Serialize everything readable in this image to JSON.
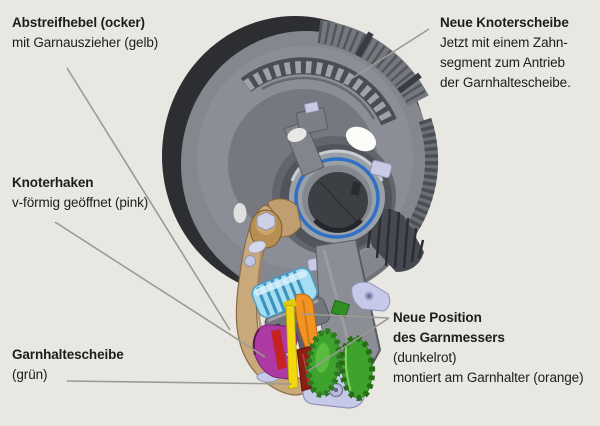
{
  "page": {
    "background": "#e8e7e2",
    "text": "#1d1d1b"
  },
  "colors": {
    "leader": "#9b9b95",
    "ocker": "#c9a87c",
    "gelb": "#f2d711",
    "pink": "#ad3aa3",
    "gruen": "#3ea32c",
    "dunkelrot": "#8e1d13",
    "orange": "#f29322",
    "hellblau": "#a5def2",
    "lavendel": "#c7c9e8",
    "disc_gray": "#84878e",
    "dark_rim": "#2c2e32"
  },
  "labels": {
    "abstreifhebel": {
      "title": "Abstreifhebel (ocker)",
      "subtitle": "mit Garnauszieher (gelb)"
    },
    "knoterscheibe": {
      "title": "Neue Knoterscheibe",
      "line1": "Jetzt mit einem Zahn-",
      "line2": "segment zum Antrieb",
      "line3": "der Garnhaltescheibe."
    },
    "knoterhaken": {
      "title": "Knoterhaken",
      "subtitle": "v-förmig geöffnet (pink)"
    },
    "garnhaltescheibe": {
      "title": "Garnhaltescheibe",
      "subtitle": "(grün)"
    },
    "garnmesser": {
      "title1": "Neue Position",
      "title2": "des Garnmessers",
      "line1": "(dunkelrot)",
      "line2": "montiert am Garnhalter (orange)"
    }
  },
  "parts": [
    {
      "id": "knoterscheibe",
      "label": "Neue Knoterscheibe",
      "color": "#84878e"
    },
    {
      "id": "abstreifhebel",
      "label": "Abstreifhebel",
      "color_name": "ocker",
      "color": "#c9a87c"
    },
    {
      "id": "garnauszieher",
      "label": "Garnauszieher",
      "color_name": "gelb",
      "color": "#f2d711"
    },
    {
      "id": "knoterhaken",
      "label": "Knoterhaken",
      "color_name": "pink",
      "color": "#ad3aa3"
    },
    {
      "id": "garnhaltescheibe",
      "label": "Garnhaltescheibe",
      "color_name": "grün",
      "color": "#3ea32c"
    },
    {
      "id": "garnmesser",
      "label": "Garnmesser",
      "color_name": "dunkelrot",
      "color": "#8e1d13"
    },
    {
      "id": "garnhalter",
      "label": "Garnhalter",
      "color_name": "orange",
      "color": "#f29322"
    }
  ]
}
